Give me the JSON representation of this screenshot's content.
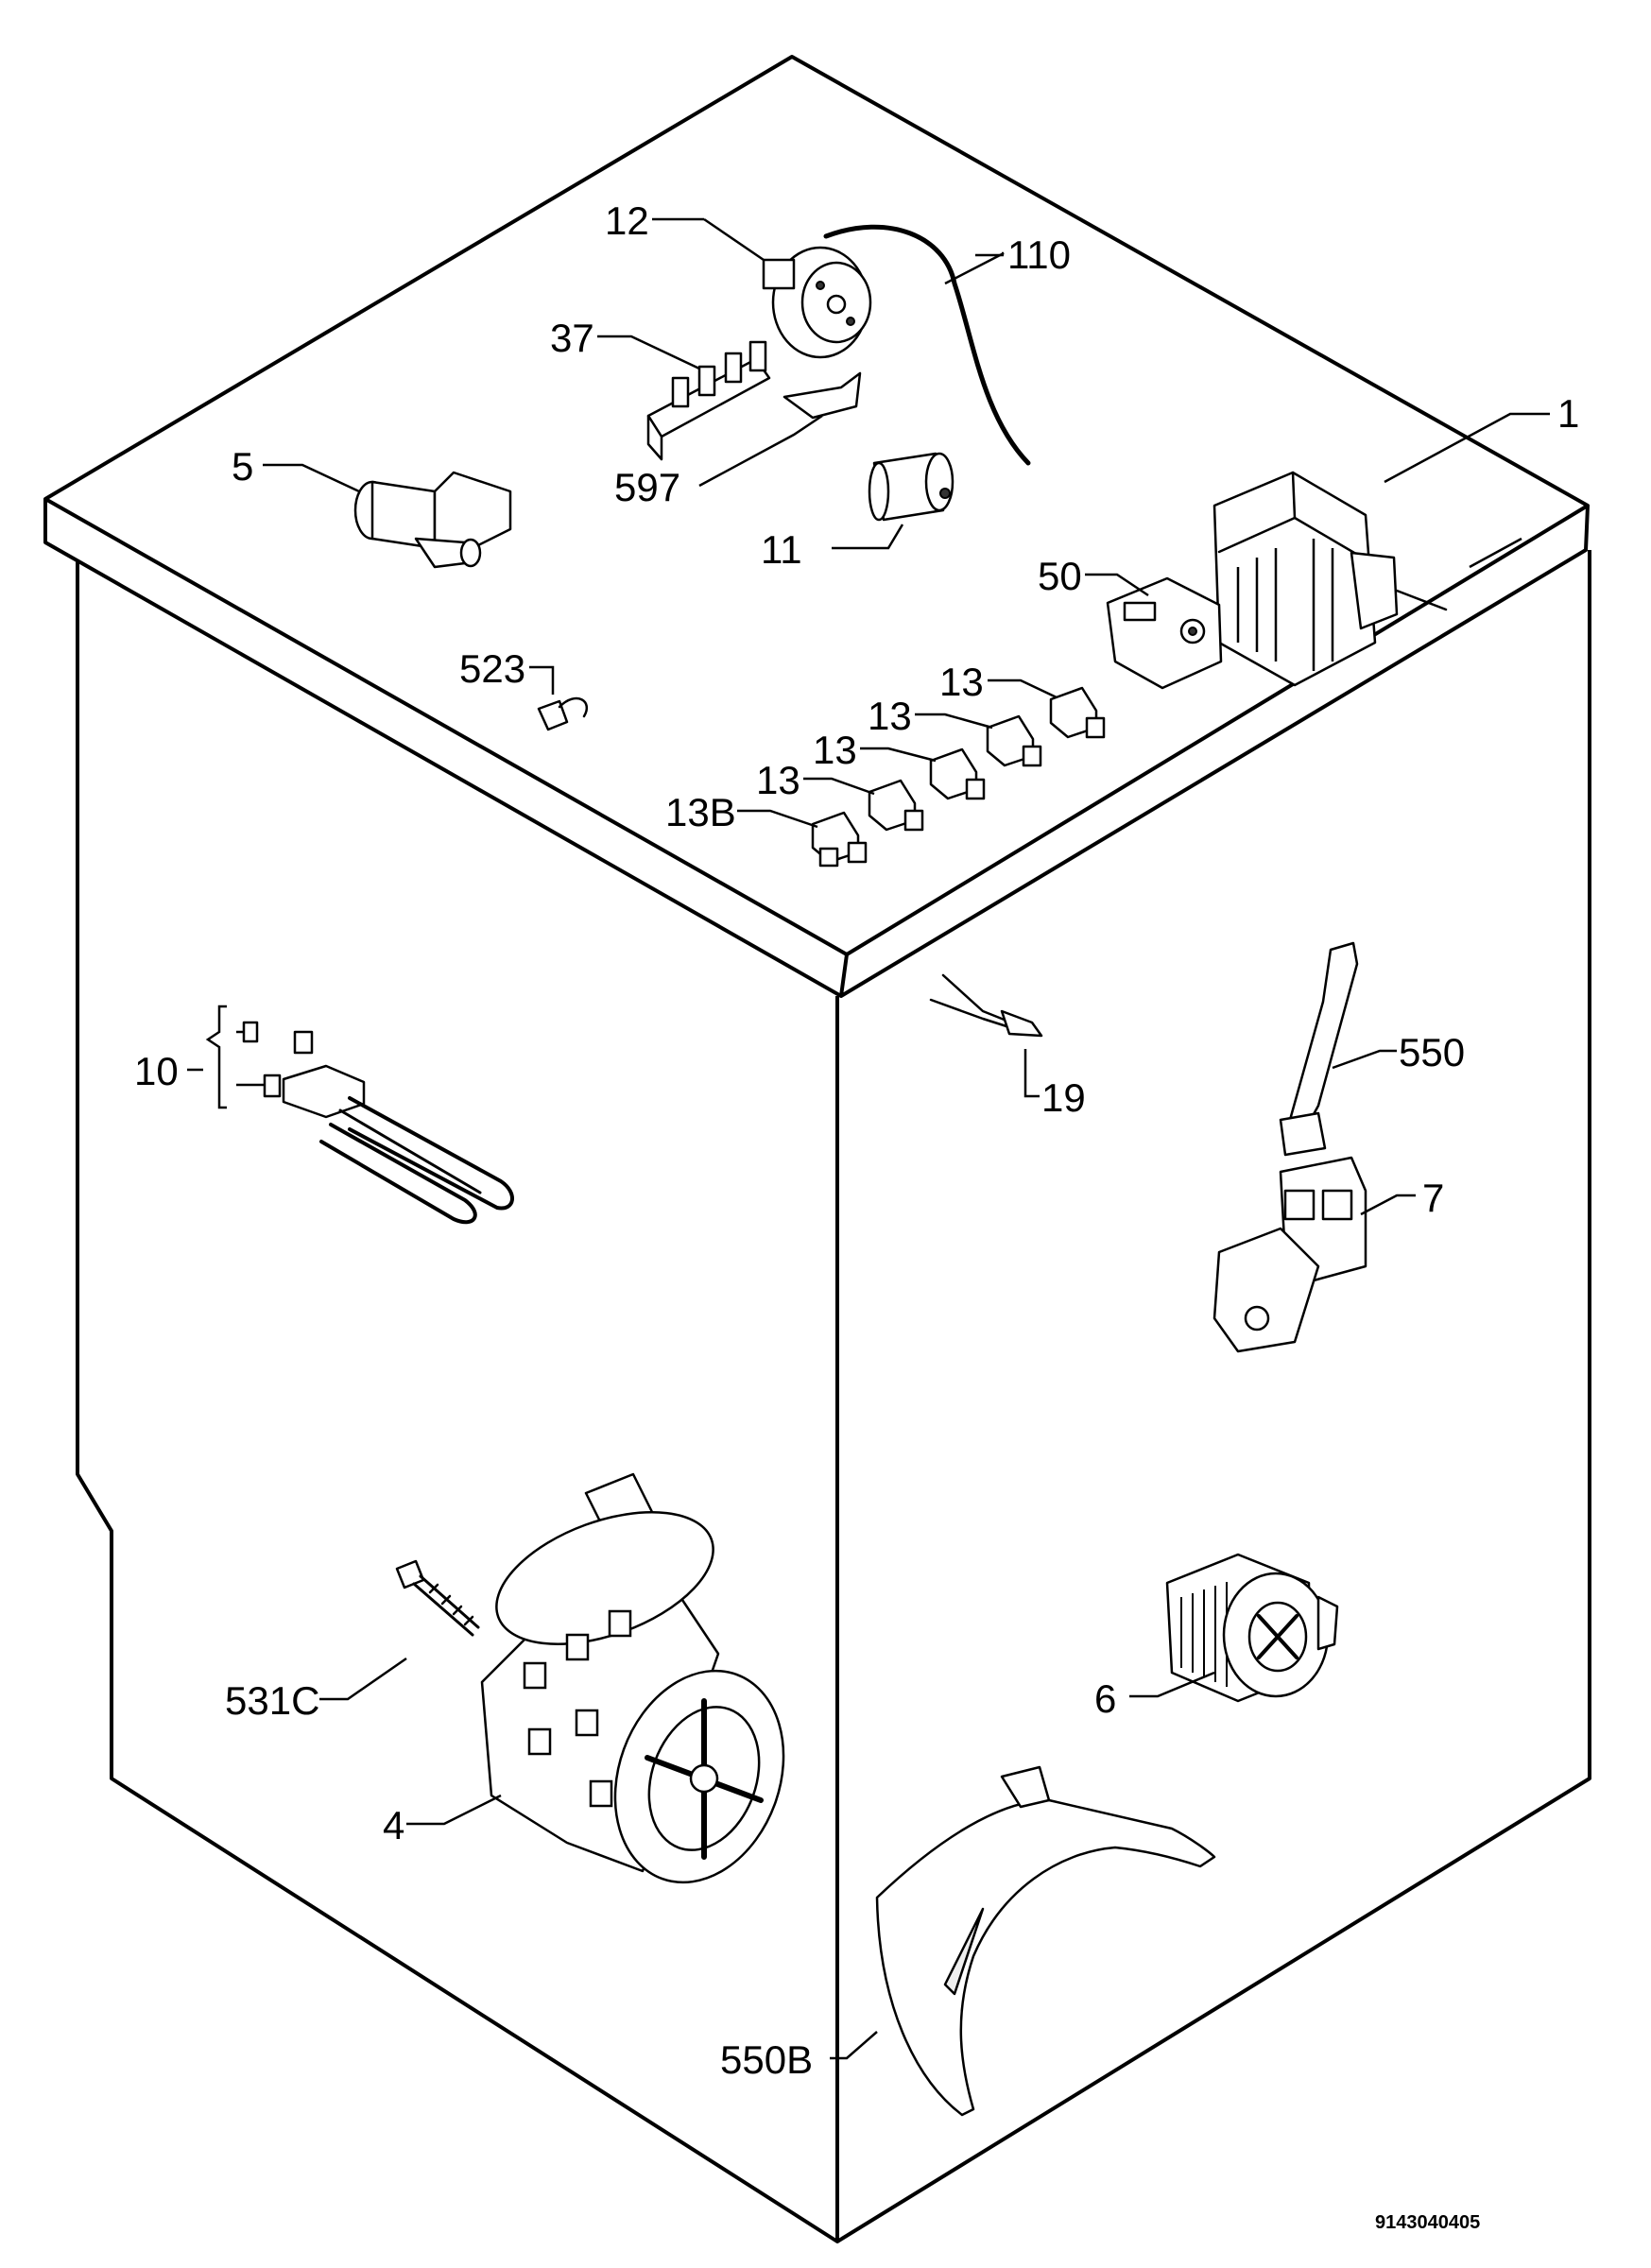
{
  "labels": {
    "p1": "1",
    "p4": "4",
    "p5": "5",
    "p6": "6",
    "p7": "7",
    "p10": "10",
    "p11": "11",
    "p12": "12",
    "p13a": "13",
    "p13b": "13",
    "p13c": "13",
    "p13d": "13",
    "p13B": "13B",
    "p19": "19",
    "p37": "37",
    "p50": "50",
    "p110": "110",
    "p523": "523",
    "p531C": "531C",
    "p550": "550",
    "p550B": "550B",
    "p597": "597"
  },
  "footer": {
    "doc_number": "9143040405"
  }
}
